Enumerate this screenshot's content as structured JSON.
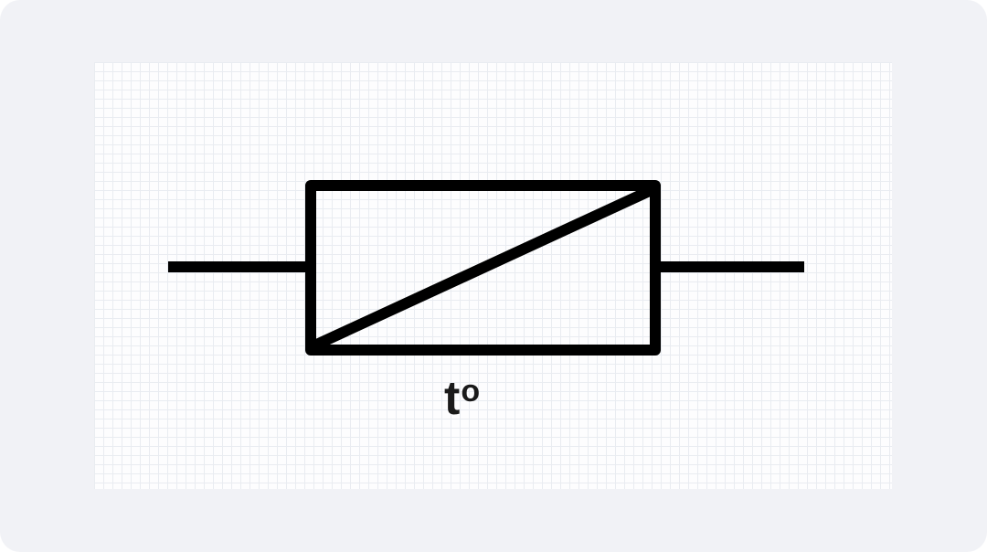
{
  "diagram": {
    "symbol": "thermistor",
    "label_base": "t",
    "label_superscript": "o",
    "colors": {
      "background": "#f1f2f6",
      "grid": "#e9ecf1",
      "stroke": "#000000",
      "label": "#1a1a1a"
    }
  }
}
